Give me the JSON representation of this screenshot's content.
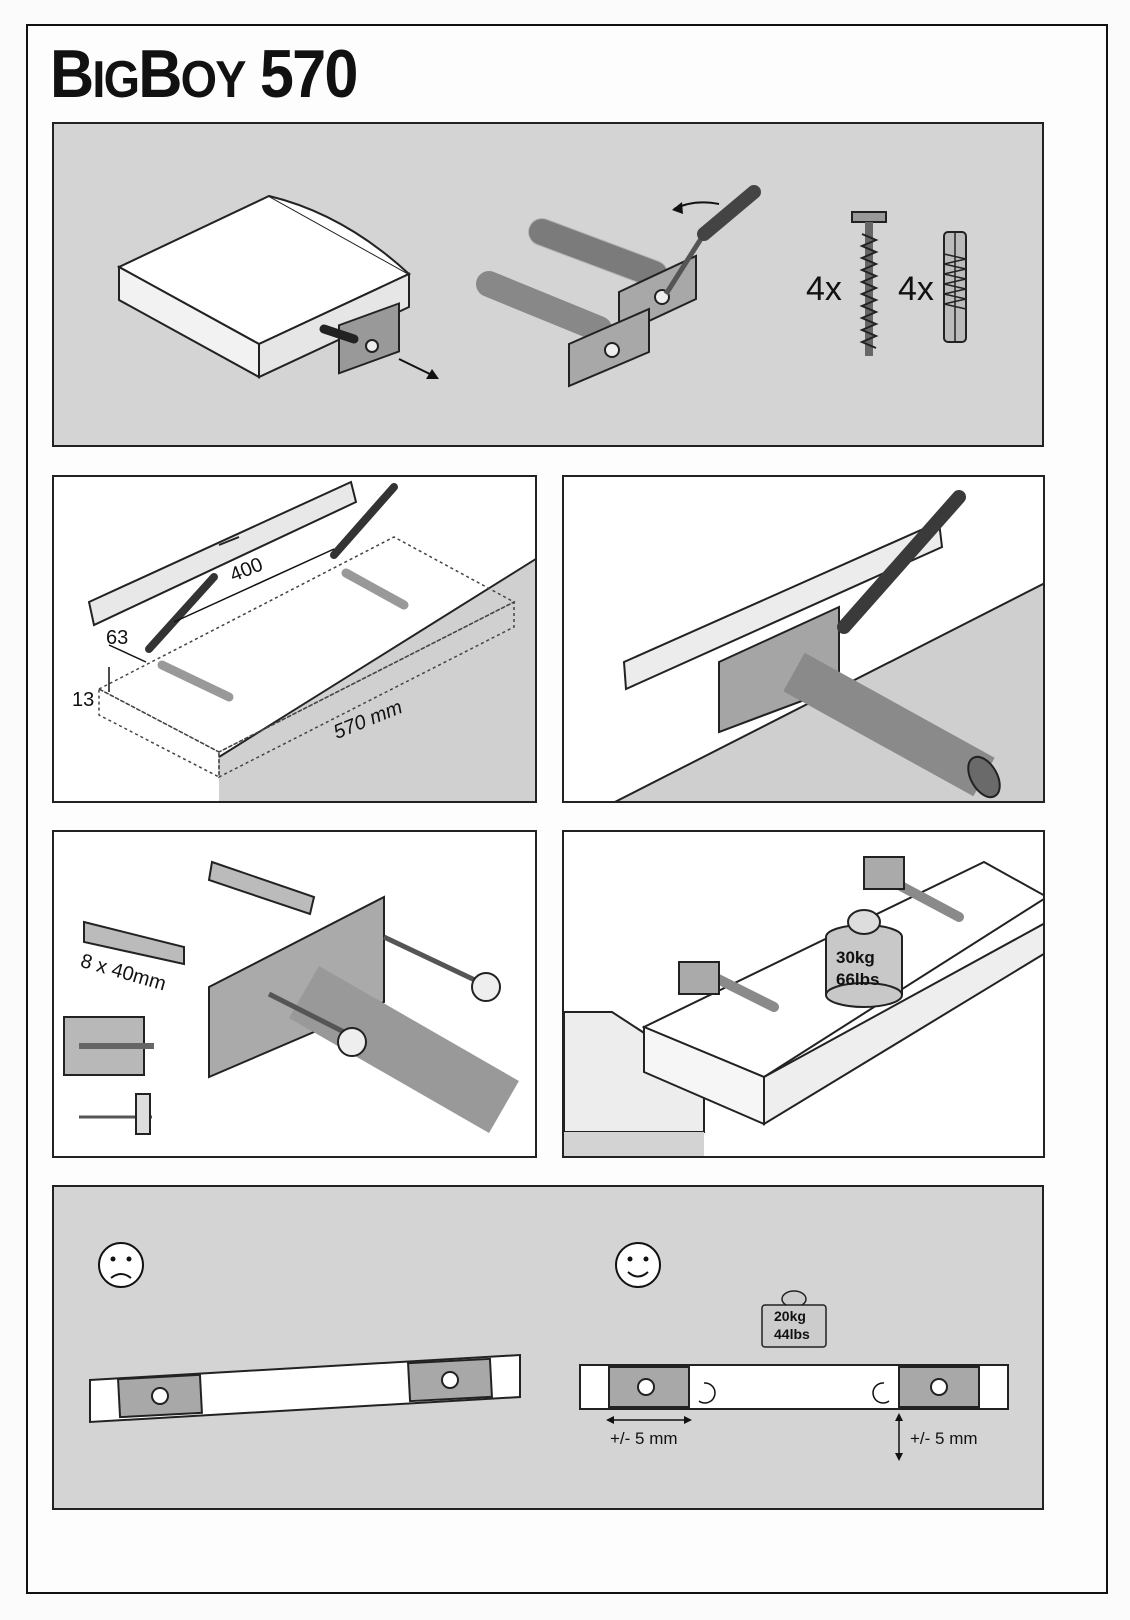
{
  "title": {
    "prefix": "B",
    "small1": "IG",
    "mid": "B",
    "small2": "OY",
    "number": " 570"
  },
  "panel1": {
    "screw_count": "4x",
    "plug_count": "4x"
  },
  "panel2": {
    "dim_spacing": "400",
    "dim_left": "63",
    "dim_height": "13",
    "dim_length": "570 mm"
  },
  "panel4": {
    "plug_size": "8 x 40mm"
  },
  "panel5": {
    "load_kg": "30kg",
    "load_lbs": "66lbs"
  },
  "panel6": {
    "load_kg": "20kg",
    "load_lbs": "44lbs",
    "tolerance_horizontal": "+/- 5 mm",
    "tolerance_vertical": "+/- 5 mm"
  }
}
